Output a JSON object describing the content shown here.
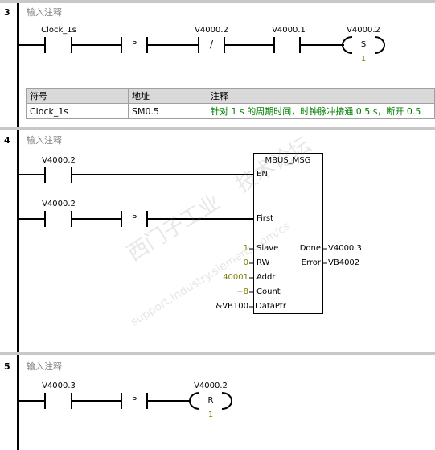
{
  "networks": [
    {
      "number": "3",
      "comment": "输入注释",
      "contacts": [
        "Clock_1s",
        "V4000.2",
        "V4000.1"
      ],
      "p_label": "P",
      "not_label": "/",
      "coil": {
        "operand": "V4000.2",
        "type": "S",
        "count": "1"
      },
      "symbol_table": {
        "headers": [
          "符号",
          "地址",
          "注释"
        ],
        "rows": [
          {
            "symbol": "Clock_1s",
            "address": "SM0.5",
            "comment": "针对 1 s 的周期时间，时钟脉冲接通 0.5 s，断开 0.5"
          }
        ]
      }
    },
    {
      "number": "4",
      "comment": "输入注释",
      "contacts": [
        "V4000.2",
        "V4000.2"
      ],
      "p_label": "P",
      "block": {
        "title": "MBUS_MSG",
        "inputs": [
          "EN",
          "First",
          "Slave",
          "RW",
          "Addr",
          "Count",
          "DataPtr"
        ],
        "outputs": [
          "Done",
          "Error"
        ],
        "input_values": [
          "1",
          "0",
          "40001",
          "+8",
          "&VB100"
        ],
        "output_values": [
          "V4000.3",
          "VB4002"
        ]
      },
      "watermark": [
        "西门子工业",
        "技术论坛",
        "support.industry.siemens.com/cs"
      ]
    },
    {
      "number": "5",
      "comment": "输入注释",
      "contacts": [
        "V4000.3"
      ],
      "p_label": "P",
      "coil": {
        "operand": "V4000.2",
        "type": "R",
        "count": "1"
      }
    }
  ]
}
